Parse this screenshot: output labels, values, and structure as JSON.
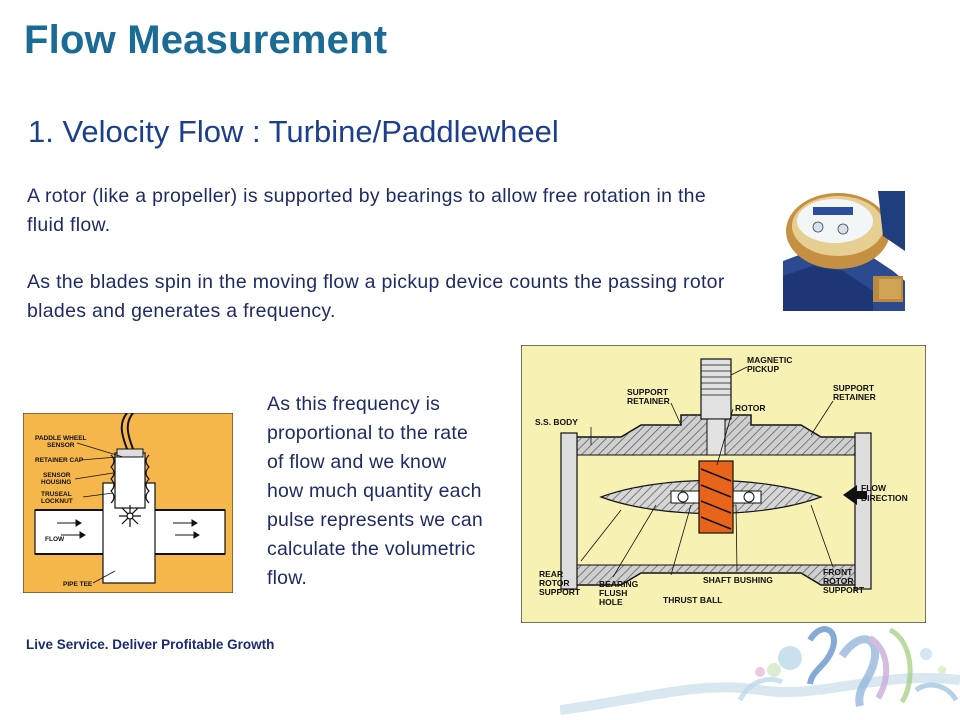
{
  "slide": {
    "title": "Flow Measurement",
    "subtitle": "1. Velocity Flow : Turbine/Paddlewheel",
    "paragraph1": "A rotor (like a propeller) is supported by bearings to allow free rotation in the fluid flow.",
    "paragraph2": "As the blades spin in the moving flow a pickup device counts the passing rotor blades and generates a frequency.",
    "paragraph3": "As this frequency is proportional to the rate of flow and we know how much quantity each pulse represents we can calculate the volumetric flow.",
    "tagline": "Live Service. Deliver Profitable Growth"
  },
  "paddlewheel_diagram": {
    "labels": {
      "paddle_wheel_sensor_1": "PADDLE WHEEL",
      "paddle_wheel_sensor_2": "SENSOR",
      "retainer_cap": "RETAINER CAP",
      "sensor_housing_1": "SENSOR",
      "sensor_housing_2": "HOUSING",
      "truseal_locknut_1": "TRUSEAL",
      "truseal_locknut_2": "LOCKNUT",
      "flow": "FLOW",
      "pipe_tee": "PIPE TEE"
    }
  },
  "turbine_diagram": {
    "labels": {
      "magnetic_pickup_1": "MAGNETIC",
      "magnetic_pickup_2": "PICKUP",
      "support_retainer_left_1": "SUPPORT",
      "support_retainer_left_2": "RETAINER",
      "rotor": "ROTOR",
      "support_retainer_right_1": "SUPPORT",
      "support_retainer_right_2": "RETAINER",
      "ss_body": "S.S. BODY",
      "flow_direction_1": "FLOW",
      "flow_direction_2": "DIRECTION",
      "rear_rotor_support_1": "REAR",
      "rear_rotor_support_2": "ROTOR",
      "rear_rotor_support_3": "SUPPORT",
      "bearing_flush_hole_1": "BEARING",
      "bearing_flush_hole_2": "FLUSH",
      "bearing_flush_hole_3": "HOLE",
      "shaft_bushing": "SHAFT BUSHING",
      "thrust_ball": "THRUST BALL",
      "front_rotor_support_1": "FRONT",
      "front_rotor_support_2": "ROTOR",
      "front_rotor_support_3": "SUPPORT"
    }
  },
  "colors": {
    "title": "#1a6b96",
    "subtitle": "#1b3e8e",
    "body_text": "#1f2b66",
    "diagram_background": "#f7f1b4",
    "paddle_background": "#f5b64c",
    "rotor": "#e8641b"
  }
}
